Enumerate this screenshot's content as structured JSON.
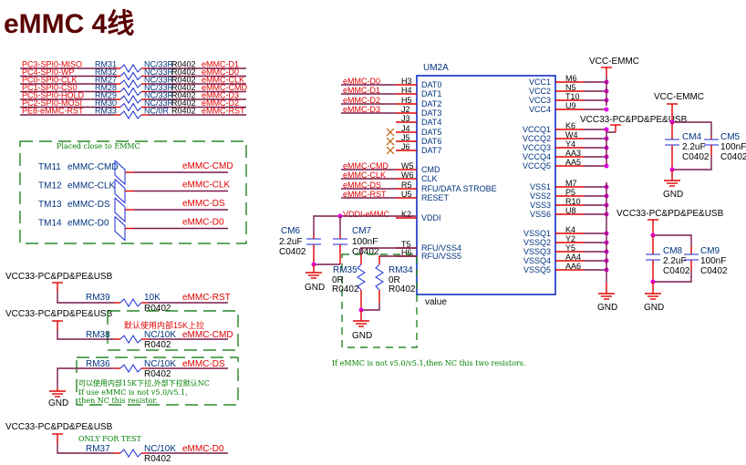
{
  "title": "eMMC 4线",
  "series_resistors": [
    {
      "net_in": "PC3-SPI0-MISO",
      "ref": "RM31",
      "value": "NC/33R",
      "pkg": "R0402",
      "net_out": "eMMC-D1"
    },
    {
      "net_in": "PC4-SPI0-WP",
      "ref": "RM32",
      "value": "NC/33R",
      "pkg": "R0402",
      "net_out": "eMMC-D0"
    },
    {
      "net_in": "PC0-SPI0-CLK",
      "ref": "RM27",
      "value": "NC/33R",
      "pkg": "R0402",
      "net_out": "eMMC-CLK"
    },
    {
      "net_in": "PC1-SPI0-CS0",
      "ref": "RM28",
      "value": "NC/33R",
      "pkg": "R0402",
      "net_out": "eMMC-CMD"
    },
    {
      "net_in": "PC5-SPI0-HOLD",
      "ref": "RM29",
      "value": "NC/33R",
      "pkg": "R0402",
      "net_out": "eMMC-D3"
    },
    {
      "net_in": "PC2-SPI0-MOSI",
      "ref": "RM30",
      "value": "NC/33R",
      "pkg": "R0402",
      "net_out": "eMMC-D2"
    },
    {
      "net_in": "PE8-eMMC-RST",
      "ref": "RM33",
      "value": "NC/0R",
      "pkg": "R0402",
      "net_out": "eMMC-RST"
    }
  ],
  "testpoints": {
    "note": "Placed close to EMMC",
    "items": [
      {
        "ref": "TM11",
        "net": "eMMC-CMD",
        "label": "eMMC-CMD"
      },
      {
        "ref": "TM12",
        "net": "eMMC-CLK",
        "label": "eMMC-CLK"
      },
      {
        "ref": "TM13",
        "net": "eMMC-DS",
        "label": "eMMC-DS"
      },
      {
        "ref": "TM14",
        "net": "eMMC-D0",
        "label": "eMMC-D0"
      }
    ]
  },
  "pull": {
    "rm39": {
      "rail": "VCC33-PC&PD&PE&USB",
      "ref": "RM39",
      "value": "10K",
      "pkg": "R0402",
      "net": "eMMC-RST"
    },
    "rm38": {
      "rail": "VCC33-PC&PD&PE&USB",
      "ref": "RM38",
      "value": "NC/10K",
      "pkg": "R0402",
      "net": "eMMC-CMD",
      "note": "默认使用内部15K上拉"
    },
    "rm36": {
      "ref": "RM36",
      "value": "NC/10K",
      "pkg": "R0402",
      "net": "eMMC-DS",
      "gnd": "GND",
      "note1": "可以使用内部15K下拉,外部下拉默认NC",
      "note2": "If use eMMC is not v5.0/v5.1,",
      "note3": "then NC this resistor."
    },
    "rm37": {
      "rail": "VCC33-PC&PD&PE&USB",
      "ref": "RM37",
      "value": "NC/10K",
      "pkg": "R0402",
      "net": "eMMC-D0",
      "note": "ONLY FOR TEST"
    }
  },
  "ic": {
    "ref": "UM2A",
    "value": "value",
    "left_pins": [
      {
        "num": "H3",
        "name": "DAT0",
        "net": "eMMC-D0"
      },
      {
        "num": "H4",
        "name": "DAT1",
        "net": "eMMC-D1"
      },
      {
        "num": "H5",
        "name": "DAT2",
        "net": "eMMC-D2"
      },
      {
        "num": "J2",
        "name": "DAT3",
        "net": "eMMC-D3"
      },
      {
        "num": "J3",
        "name": "DAT4",
        "net": ""
      },
      {
        "num": "J4",
        "name": "DAT5",
        "net": ""
      },
      {
        "num": "J5",
        "name": "DAT6",
        "net": ""
      },
      {
        "num": "J6",
        "name": "DAT7",
        "net": ""
      },
      {
        "num": "W5",
        "name": "CMD",
        "net": "eMMC-CMD"
      },
      {
        "num": "W6",
        "name": "CLK",
        "net": "eMMC-CLK"
      },
      {
        "num": "R5",
        "name": "RFU/DATA STROBE",
        "net": "eMMC-DS"
      },
      {
        "num": "U5",
        "name": "RESET",
        "net": "eMMC-RST"
      },
      {
        "num": "K2",
        "name": "VDDI",
        "net": "VDDI-eMMC"
      },
      {
        "num": "T5",
        "name": "RFU/VSS4",
        "net": ""
      },
      {
        "num": "H6",
        "name": "RFU/VSS5",
        "net": ""
      }
    ],
    "right_pins": [
      {
        "num": "M6",
        "name": "VCC1"
      },
      {
        "num": "N5",
        "name": "VCC2"
      },
      {
        "num": "T10",
        "name": "VCC3"
      },
      {
        "num": "U9",
        "name": "VCC4"
      },
      {
        "num": "K6",
        "name": "VCCQ1"
      },
      {
        "num": "W4",
        "name": "VCCQ2"
      },
      {
        "num": "Y4",
        "name": "VCCQ3"
      },
      {
        "num": "AA3",
        "name": "VCCQ4"
      },
      {
        "num": "AA5",
        "name": "VCCQ5"
      },
      {
        "num": "M7",
        "name": "VSS1"
      },
      {
        "num": "P5",
        "name": "VSS2"
      },
      {
        "num": "R10",
        "name": "VSS3"
      },
      {
        "num": "U8",
        "name": "VSS6"
      },
      {
        "num": "K4",
        "name": "VSSQ1"
      },
      {
        "num": "Y2",
        "name": "VSSQ2"
      },
      {
        "num": "Y5",
        "name": "VSSQ3"
      },
      {
        "num": "AA4",
        "name": "VSSQ4"
      },
      {
        "num": "AA6",
        "name": "VSSQ5"
      }
    ]
  },
  "vdd_caps": {
    "cm6": {
      "ref": "CM6",
      "value": "2.2uF",
      "pkg": "C0402"
    },
    "cm7": {
      "ref": "CM7",
      "value": "100nF",
      "pkg": "C0402"
    },
    "gnd": "GND"
  },
  "ds_res": {
    "rm35": {
      "ref": "RM35",
      "value": "0R",
      "pkg": "R0402"
    },
    "rm34": {
      "ref": "RM34",
      "value": "0R",
      "pkg": "R0402"
    },
    "gnd": "GND",
    "note": "If eMMC is not v5.0/v5.1,then NC this two resistors."
  },
  "rails": {
    "vcc_emmc": "VCC-EMMC",
    "vcc33": "VCC33-PC&PD&PE&USB",
    "gnd": "GND"
  },
  "decoupling": {
    "cm4": {
      "ref": "CM4",
      "value": "2.2uF",
      "pkg": "C0402"
    },
    "cm5": {
      "ref": "CM5",
      "value": "100nF",
      "pkg": "C0402"
    },
    "cm8": {
      "ref": "CM8",
      "value": "2.2uF",
      "pkg": "C0402"
    },
    "cm9": {
      "ref": "CM9",
      "value": "100nF",
      "pkg": "C0402"
    }
  }
}
